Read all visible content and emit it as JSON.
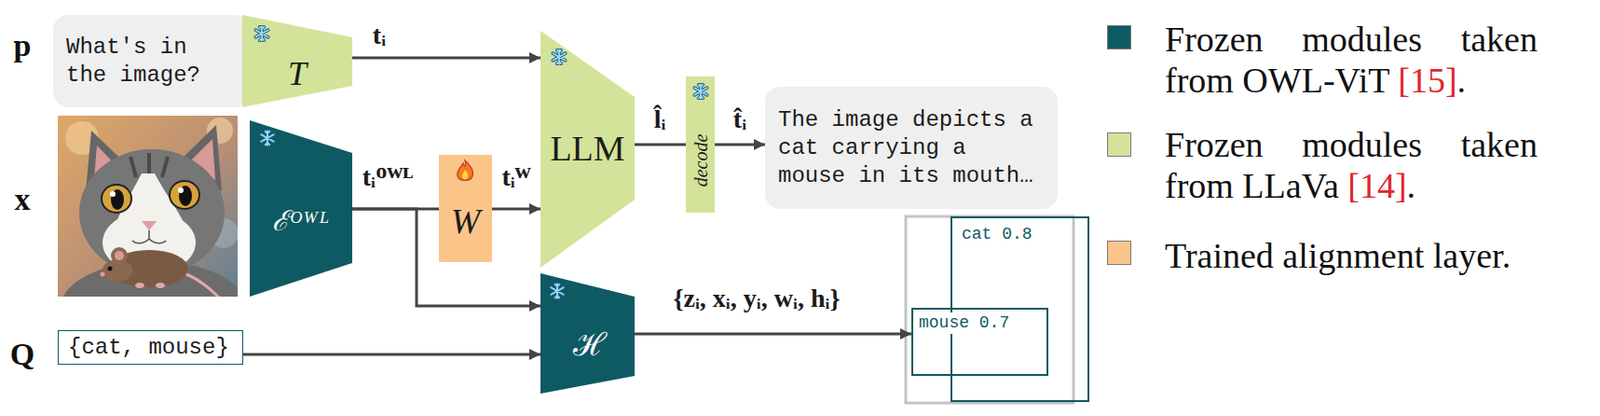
{
  "diagram": {
    "nodes": [
      {
        "text": [
          "What's in the image?"
        ]
      },
      {
        "text": [
          "T"
        ]
      },
      {
        "text": [
          "ℰᴼᵂᴸ"
        ]
      },
      {
        "text": [
          "W"
        ]
      },
      {
        "text": [
          "LLM"
        ]
      },
      {
        "text": [
          "decode"
        ]
      },
      {
        "text": [
          "The image depicts a cat carrying a mouse in its mouth…"
        ]
      },
      {
        "text": [
          "{cat, mouse}"
        ]
      },
      {
        "text": [
          "ℋ"
        ]
      },
      {
        "text": [
          "cat 0.8"
        ]
      },
      {
        "text": [
          "mouse 0.7"
        ]
      }
    ],
    "edges": [
      {
        "from": 1,
        "to": 4,
        "arrow": "to",
        "label": "tᵢ"
      },
      {
        "from": 2,
        "to": 3,
        "arrow": "none",
        "label": "tᵢᴼᵂᴸ"
      },
      {
        "from": 2,
        "to": 8,
        "arrow": "to"
      },
      {
        "from": 3,
        "to": 4,
        "arrow": "to",
        "label": "tᵢᵂ"
      },
      {
        "from": 4,
        "to": 5,
        "arrow": "none",
        "label": "l̂ᵢ"
      },
      {
        "from": 5,
        "to": 6,
        "arrow": "to",
        "label": "t̂ᵢ"
      },
      {
        "from": 7,
        "to": 8,
        "arrow": "to"
      },
      {
        "from": 8,
        "to": 10,
        "arrow": "to",
        "label": "{zᵢ, xᵢ, yᵢ, wᵢ, hᵢ}"
      }
    ],
    "labels": [
      "p",
      "x",
      "Q"
    ],
    "legend": [
      {
        "text": "Frozen modules taken from OWL-ViT [15].",
        "color": "#0e5a63"
      },
      {
        "text": "Frozen modules taken from LLaVa [14].",
        "color": "#d4e39a"
      },
      {
        "text": "Trained alignment layer.",
        "color": "#fbc58a"
      }
    ]
  }
}
